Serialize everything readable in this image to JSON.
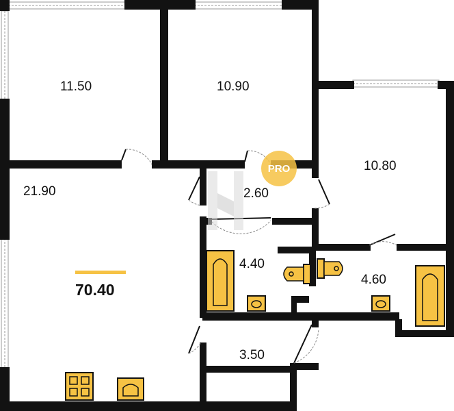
{
  "plan": {
    "rooms": [
      {
        "id": "bedroom-1",
        "area": "11.50"
      },
      {
        "id": "bedroom-2",
        "area": "10.90"
      },
      {
        "id": "bedroom-3",
        "area": "10.80"
      },
      {
        "id": "living-kitchen",
        "area": "21.90"
      },
      {
        "id": "hallway",
        "area": "2.60"
      },
      {
        "id": "bathroom-1",
        "area": "4.40"
      },
      {
        "id": "bathroom-2",
        "area": "4.60"
      },
      {
        "id": "corridor",
        "area": "3.50"
      }
    ],
    "total_area": "70.40",
    "badge": "PRO",
    "colors": {
      "wall": "#121212",
      "fixture": "#f6c244",
      "accent": "#f6c244",
      "watermark": "#d9d9d9"
    }
  }
}
